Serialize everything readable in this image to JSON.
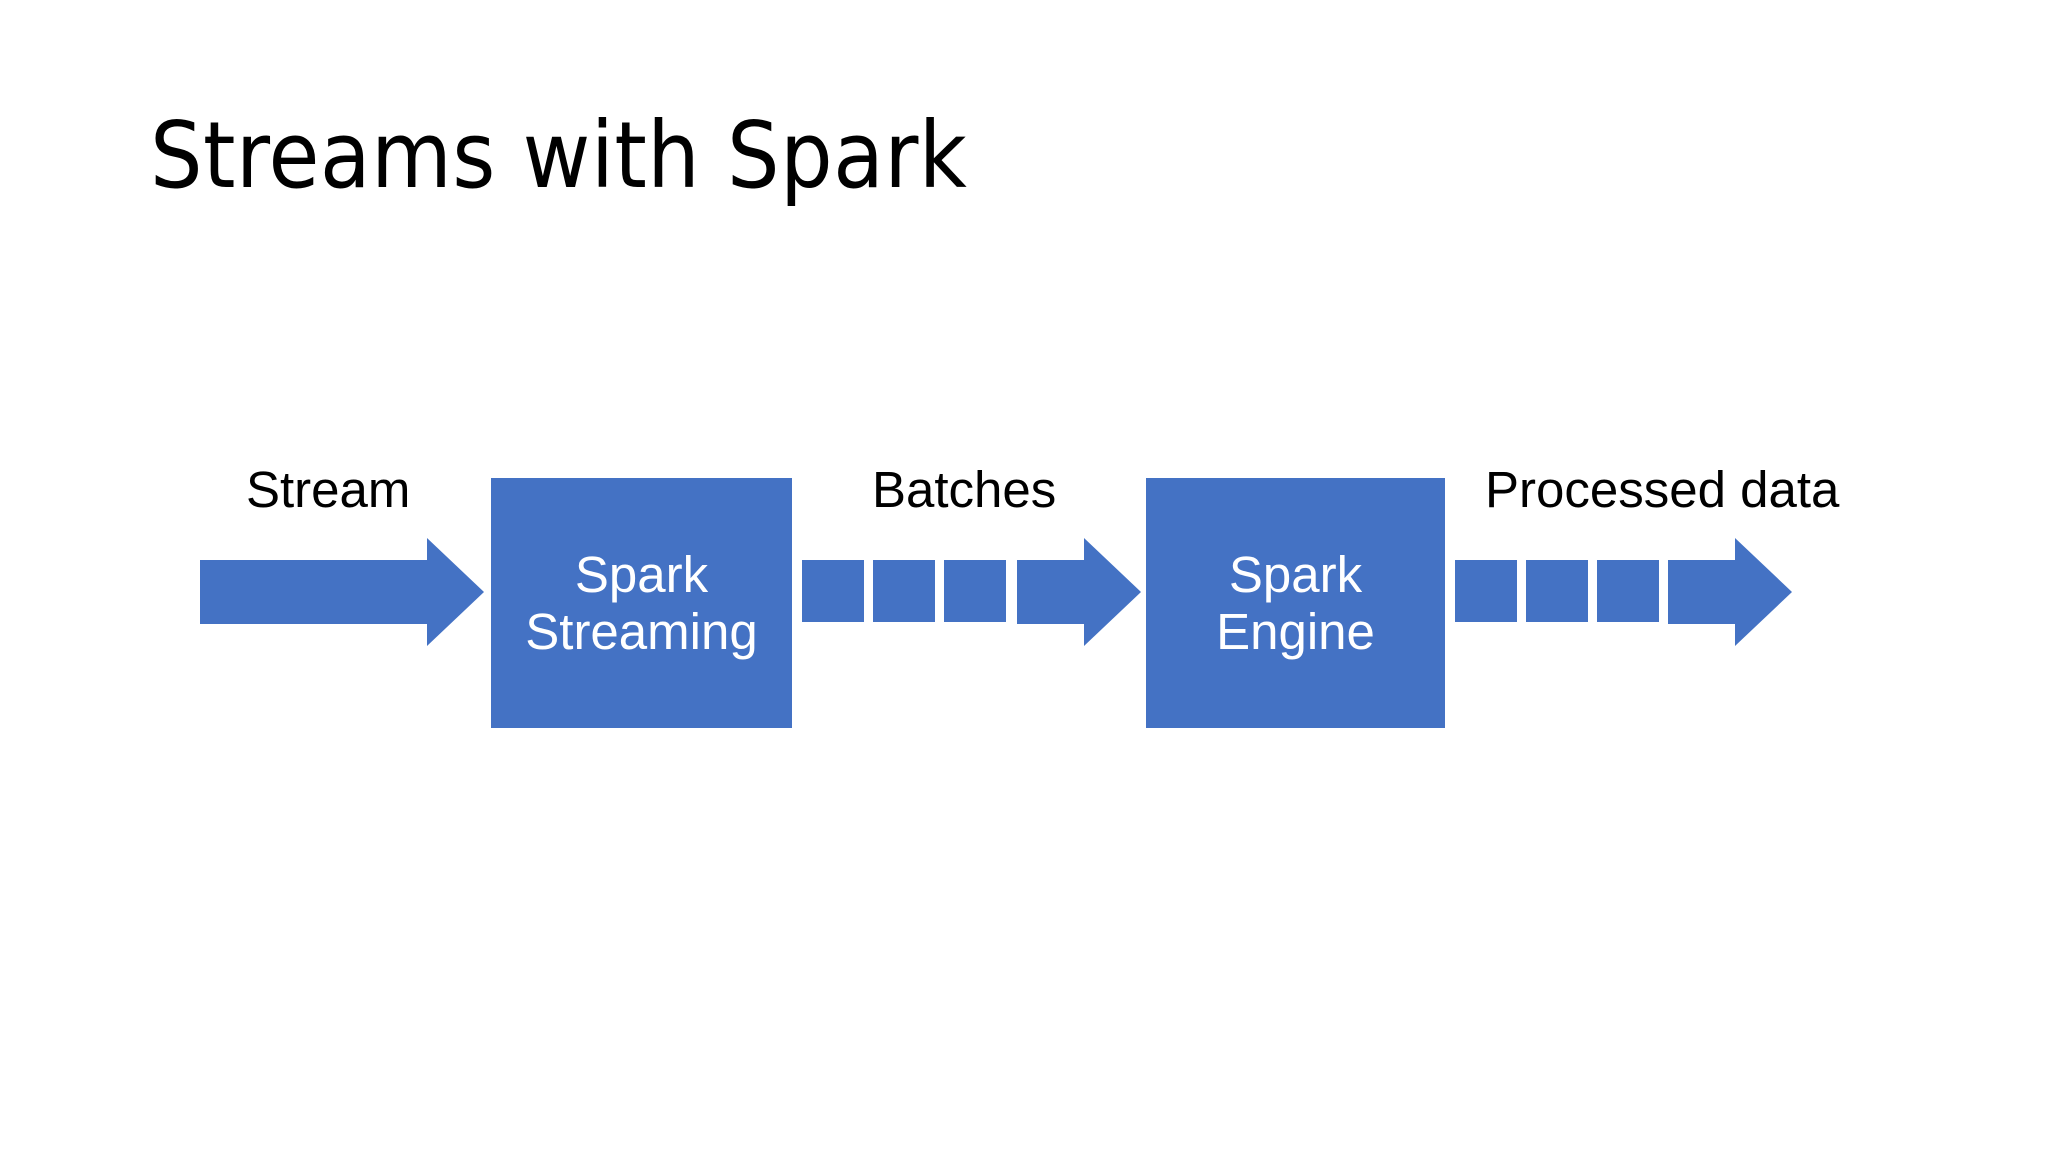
{
  "slide": {
    "title": "Streams with Spark",
    "background_color": "#FFFFFF",
    "accent_color": "#4472C4",
    "text_color": "#000000",
    "box_text_color": "#FFFFFF"
  },
  "diagram": {
    "type": "flow",
    "labels": {
      "stream": "Stream",
      "batches": "Batches",
      "processed": "Processed data"
    },
    "boxes": [
      {
        "id": "spark-streaming",
        "line1": "Spark",
        "line2": "Streaming",
        "text": "Spark\nStreaming"
      },
      {
        "id": "spark-engine",
        "line1": "Spark",
        "line2": "Engine",
        "text": "Spark\nEngine"
      }
    ],
    "connectors": [
      {
        "id": "stream-arrow",
        "kind": "solid-arrow",
        "label": "Stream",
        "chips": 0
      },
      {
        "id": "batches-arrow",
        "kind": "chip-train-arrow",
        "label": "Batches",
        "chips": 3
      },
      {
        "id": "processed-arrow",
        "kind": "chip-train-arrow",
        "label": "Processed data",
        "chips": 3
      }
    ],
    "icons": {
      "arrow_right": "arrow-right-icon",
      "batch_chip": "batch-square-icon"
    }
  }
}
